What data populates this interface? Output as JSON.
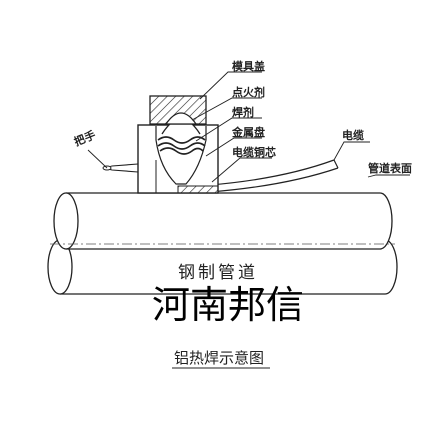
{
  "labels": {
    "mold_cover": "模具盖",
    "igniter": "点火剂",
    "welding_agent": "焊剂",
    "metal_disc": "金属盘",
    "cable_core": "电缆铜芯",
    "cable": "电缆",
    "handle": "把手",
    "pipe_surface": "管道表面"
  },
  "pipe": {
    "label": "钢制管道"
  },
  "watermark": "河南邦信",
  "caption": "铝热焊示意图"
}
